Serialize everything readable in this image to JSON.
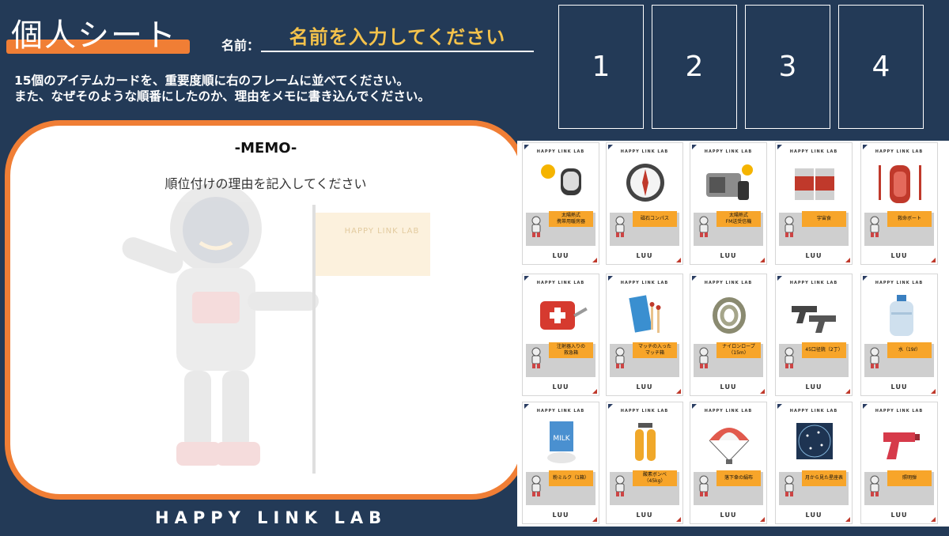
{
  "header": {
    "title": "個人シート",
    "name_label": "名前：",
    "name_placeholder": "名前を入力してください"
  },
  "instructions": {
    "line1": "15個のアイテムカードを、重要度順に右のフレームに並べてください。",
    "line2": "また、なぜそのような順番にしたのか、理由をメモに書き込んでください。"
  },
  "memo": {
    "title": "-MEMO-",
    "hint": "順位付けの理由を記入してください",
    "watermark_flag_text": "HAPPY LINK LAB"
  },
  "footer": {
    "brand": "HAPPY LINK LAB"
  },
  "frames": [
    "1",
    "2",
    "3",
    "4"
  ],
  "cards": [
    {
      "label": "太陽熱式\n携帯用暖房器",
      "icon": "solar-heater-icon"
    },
    {
      "label": "磁石コンパス",
      "icon": "compass-icon"
    },
    {
      "label": "太陽熱式\nFM送受信機",
      "icon": "radio-icon"
    },
    {
      "label": "宇宙食",
      "icon": "space-food-icon"
    },
    {
      "label": "救命ボート",
      "icon": "lifeboat-icon"
    },
    {
      "label": "注射器入りの\n救急箱",
      "icon": "first-aid-icon"
    },
    {
      "label": "マッチの入った\nマッチ箱",
      "icon": "matchbox-icon"
    },
    {
      "label": "ナイロンロープ\n（15m）",
      "icon": "rope-icon"
    },
    {
      "label": "45口径銃（2丁）",
      "icon": "pistol-icon"
    },
    {
      "label": "水（19ℓ）",
      "icon": "water-jug-icon"
    },
    {
      "label": "粉ミルク（1箱）",
      "icon": "milk-powder-icon"
    },
    {
      "label": "酸素ボンベ\n（45kg）",
      "icon": "oxygen-tank-icon"
    },
    {
      "label": "落下傘の絹布",
      "icon": "parachute-icon"
    },
    {
      "label": "月から見た星座表",
      "icon": "star-map-icon"
    },
    {
      "label": "照明弾",
      "icon": "flare-gun-icon"
    }
  ],
  "card_header": "HAPPY LINK LAB",
  "card_footer": "ᒪᑌᑌ",
  "colors": {
    "background": "#233a57",
    "accent": "#f07e35",
    "name_text": "#f4c24b",
    "card_label": "#f7a52a"
  }
}
